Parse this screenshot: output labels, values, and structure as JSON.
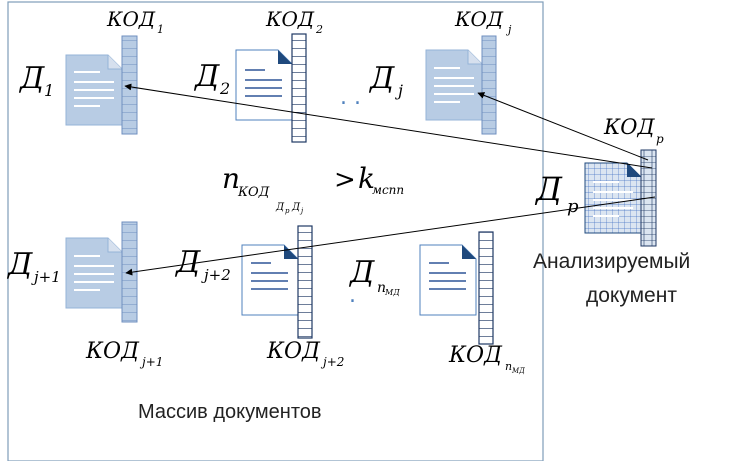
{
  "array_caption": "Массив документов",
  "analyzed_caption_line1": "Анализируемый",
  "analyzed_caption_line2": "документ",
  "colors": {
    "frame": "#7f9db9",
    "doc_fill_blue": "#b8cce4",
    "doc_fill_white": "#ffffff",
    "doc_stroke_blue": "#95b3d7",
    "doc_line": "#ffffff",
    "doc_line_dark": "#2f5597",
    "doc_fold_dark": "#1f497d",
    "code_stripe": "#8ea9cf",
    "code_stripe_dark": "#1f3864",
    "arrow": "#000000",
    "grid": "#4472c4"
  },
  "labels": {
    "code1": {
      "main": "КОД",
      "sub": "1"
    },
    "code2": {
      "main": "КОД",
      "sub": "2"
    },
    "codej": {
      "main": "КОД",
      "sub": "j"
    },
    "codep": {
      "main": "КОД",
      "sub": "p"
    },
    "codej1": {
      "main": "КОД",
      "sub": "j+1"
    },
    "codej2": {
      "main": "КОД",
      "sub": "j+2"
    },
    "codenmd": {
      "main": "КОД",
      "sub": "n",
      "subsub": "МД"
    },
    "d1": {
      "main": "Д",
      "sub": "1"
    },
    "d2": {
      "main": "Д",
      "sub": "2"
    },
    "dj": {
      "main": "Д",
      "sub": "j"
    },
    "dp": {
      "main": "Д",
      "sub": "p"
    },
    "dj1": {
      "main": "Д",
      "sub": "j+1"
    },
    "dj2": {
      "main": "Д",
      "sub": "j+2"
    },
    "dnmd": {
      "main": "Д",
      "sub": "n",
      "subsub": "МД"
    },
    "ellipsis": ". .",
    "ellipsis2": "."
  },
  "formula": {
    "n": "n",
    "n_sub": "КОД",
    "n_subsub_D1": "Д",
    "n_subsub_p": "p",
    "n_subsub_D2": "Д",
    "n_subsub_j": "j",
    "op": ">",
    "k": "k",
    "k_sub": "мспп"
  }
}
